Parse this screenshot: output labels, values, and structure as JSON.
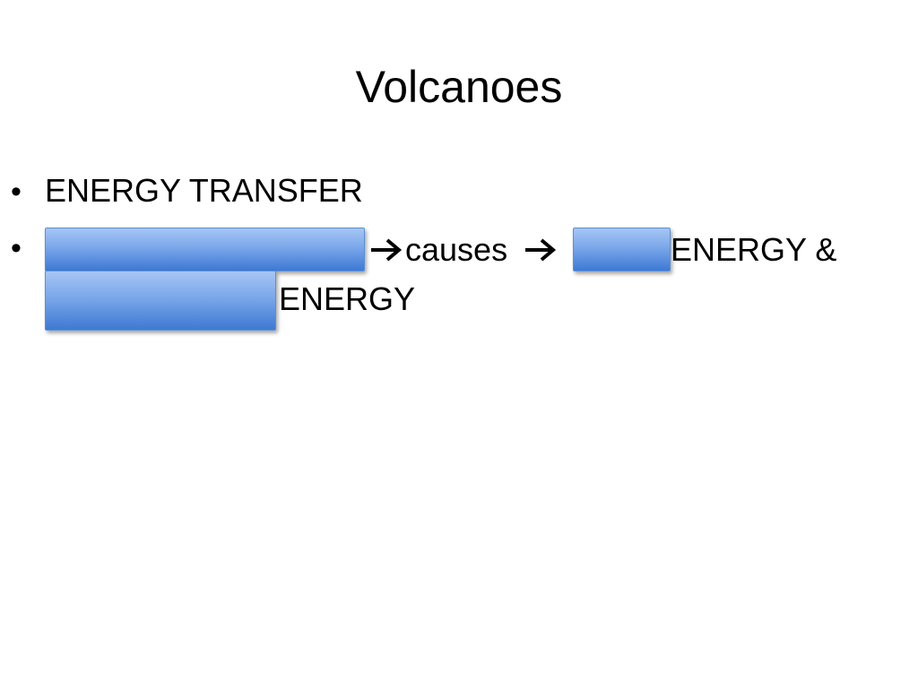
{
  "slide": {
    "title": "Volcanoes",
    "bullets": [
      {
        "bullet_symbol": "•",
        "text": "ENERGY TRANSFER"
      },
      {
        "bullet_symbol": "•",
        "causes_text": "causes",
        "energy_amp_text": "ENERGY &",
        "energy_text": "ENERGY",
        "arrow_icon": "right-arrow-icon",
        "hidden_answer_color": "#5b8fd6"
      }
    ]
  }
}
